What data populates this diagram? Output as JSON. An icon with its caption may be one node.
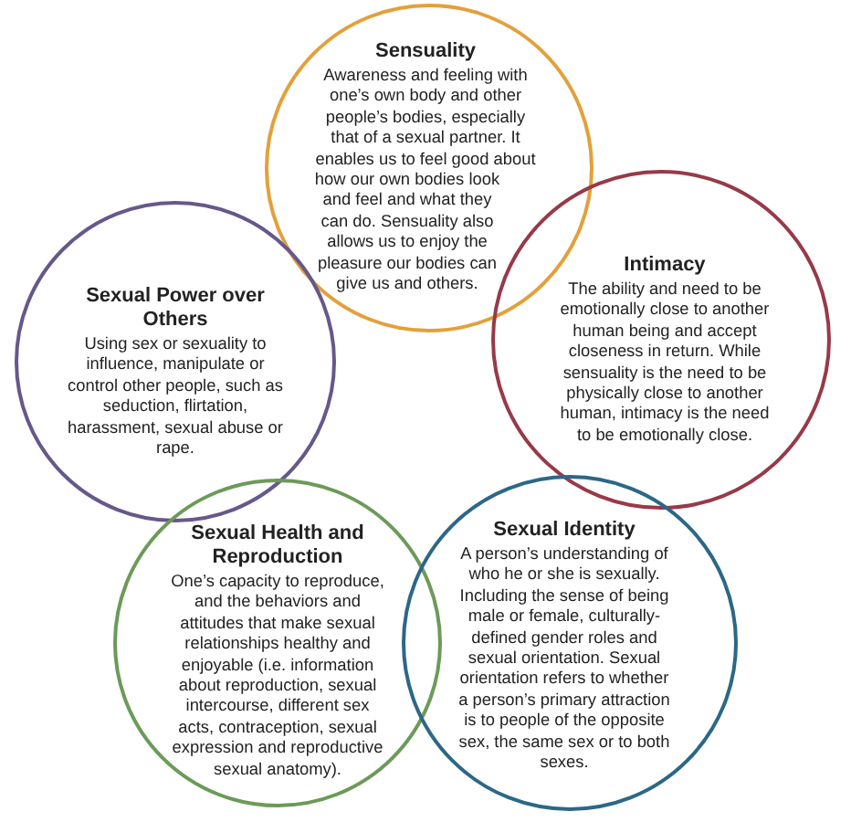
{
  "diagram": {
    "nodes": [
      {
        "text": [
          "Sensuality",
          "Awareness and feeling with one’s own body and other people’s bodies, especially that of a sexual partner. It enables us to feel good about how our own bodies look and feel and what they can do. Sensuality also allows us to enjoy the pleasure our bodies can give us and others."
        ]
      },
      {
        "text": [
          "Intimacy",
          "The ability and need to be emotionally close to another human being and accept closeness in return. While sensuality is the need to be physically close to another human, intimacy is the need to be emotionally close."
        ]
      },
      {
        "text": [
          "Sexual Power over Others",
          "Using sex or sexuality to influence, manipulate or control other people, such as seduction, flirtation, harassment, sexual abuse or rape."
        ]
      },
      {
        "text": [
          "Sexual Health and Reproduction",
          "One’s capacity to reproduce, and the behaviors and attitudes that make sexual relationships healthy and enjoyable (i.e. information about reproduction, sexual intercourse, different sex acts, contraception, sexual expression and reproductive sexual anatomy)."
        ]
      },
      {
        "text": [
          "Sexual Identity",
          "A person’s understanding of who he or she is sexually. Including the sense of being male or female, culturally-defined gender roles and sexual orientation. Sexual orientation refers to whether a person’s primary attraction is to people of the opposite sex, the same sex or to both sexes."
        ]
      }
    ]
  }
}
